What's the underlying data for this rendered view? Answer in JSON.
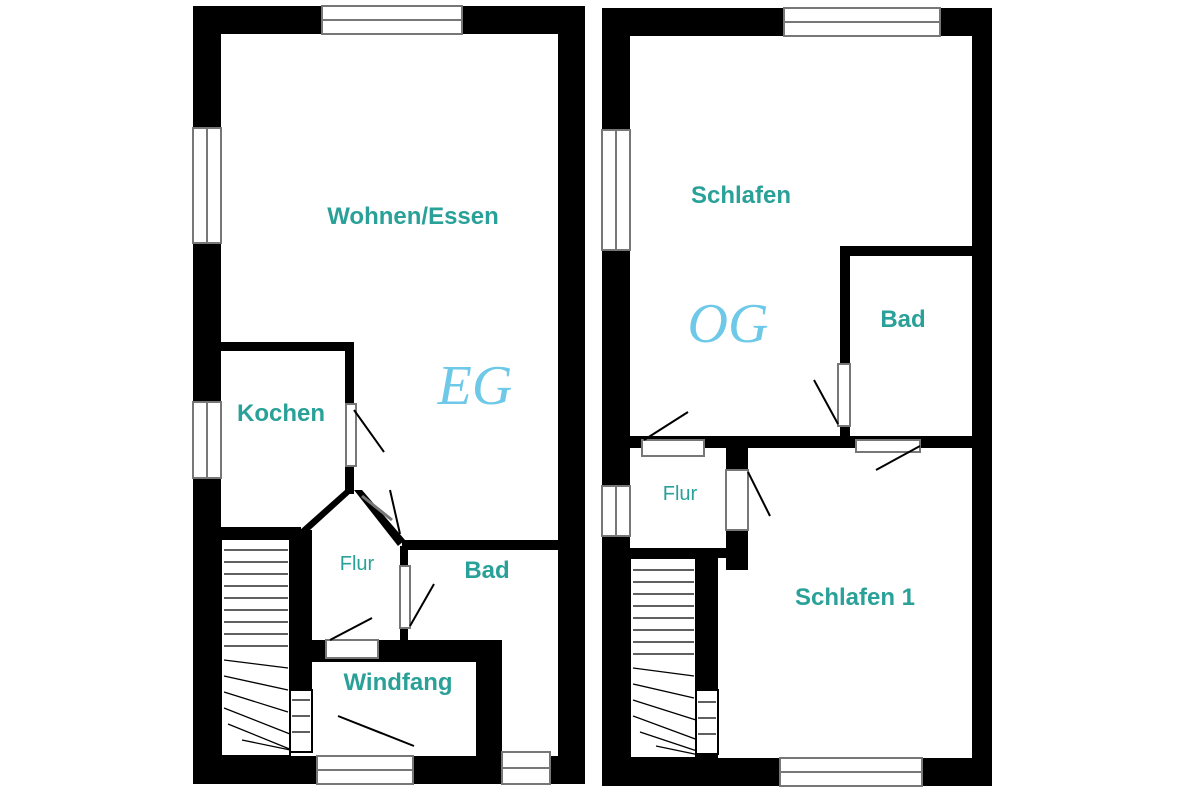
{
  "colors": {
    "wall": "#000000",
    "label": "#2aa198",
    "floor_label": "#6ec9e8",
    "window_frame": "#888888",
    "background": "#ffffff"
  },
  "ground_floor": {
    "floor_label": "EG",
    "rooms": {
      "wohnen": "Wohnen/Essen",
      "kochen": "Kochen",
      "flur": "Flur",
      "bad": "Bad",
      "windfang": "Windfang"
    }
  },
  "upper_floor": {
    "floor_label": "OG",
    "rooms": {
      "schlafen": "Schlafen",
      "bad": "Bad",
      "flur": "Flur",
      "schlafen1": "Schlafen 1"
    }
  }
}
